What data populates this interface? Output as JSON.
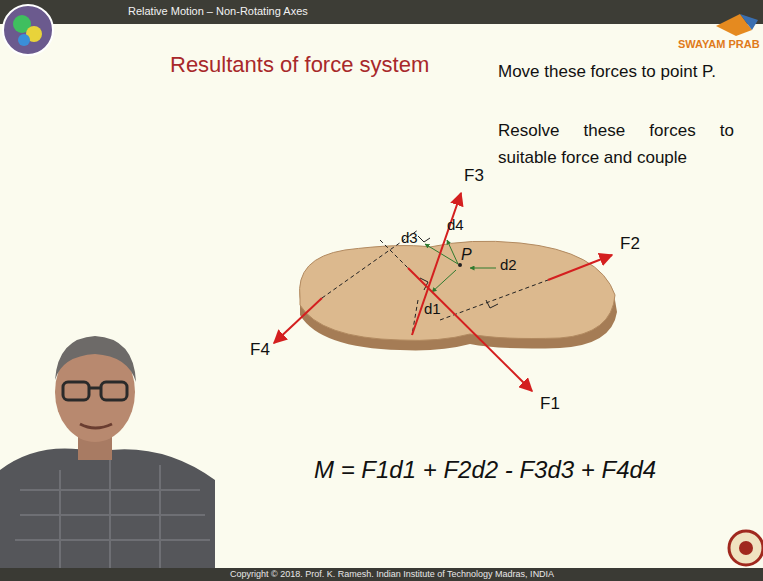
{
  "diagram": {
    "title": "Resultants of force system",
    "labels": [
      "Relative Motion – Non-Rotating Axes",
      "SWAYAM PRAB",
      "Move these forces to point P.",
      "Resolve these forces to suitable force and couple",
      "F3",
      "d3",
      "d4",
      "P",
      "F2",
      "d2",
      "d1",
      "F4",
      "F1",
      "M = F1d1 + F2d2 - F3d3 + F4d4",
      "Copyright © 2018. Prof. K. Ramesh. Indian Institute of Technology Madras, INDIA"
    ]
  }
}
